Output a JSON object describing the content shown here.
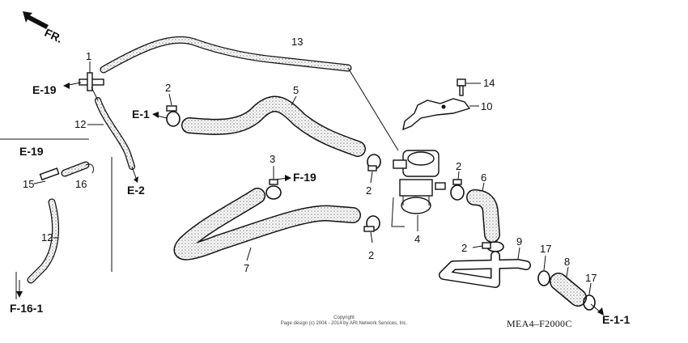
{
  "direction": {
    "label": "FR."
  },
  "part_numbers": {
    "p1": "1",
    "p2a": "2",
    "p2b": "2",
    "p2c": "2",
    "p2d": "2",
    "p2e": "2",
    "p3": "3",
    "p4": "4",
    "p5": "5",
    "p6": "6",
    "p7": "7",
    "p8": "8",
    "p9": "9",
    "p10": "10",
    "p12a": "12",
    "p12b": "12",
    "p13": "13",
    "p14": "14",
    "p15": "15",
    "p16": "16",
    "p17a": "17",
    "p17b": "17"
  },
  "references": {
    "e19_top": "E-19",
    "e1": "E-1",
    "e2": "E-2",
    "e19_inset": "E-19",
    "f19": "F-19",
    "f161": "F-16-1",
    "e11": "E-1-1"
  },
  "diagram_code": "MEA4–F2000C",
  "copyright": {
    "line1": "Copyright",
    "line2": "Page design (c) 2004 - 2014 by ARI Network Services, Inc."
  },
  "colors": {
    "line": "#111111",
    "hose_texture": "#d9d9d9"
  }
}
